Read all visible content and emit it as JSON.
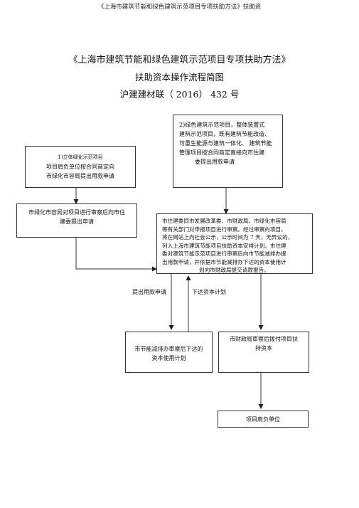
{
  "header": "《上海市建筑节能和绿色建筑示范项目专项扶助方法》扶助资",
  "title": "《上海市建筑节能和绿色建筑示范项目专项扶助方法》",
  "subtitle": "扶助资本操作流程简图",
  "doc_number": "沪建建材联（ 2016） 432 号",
  "box1": {
    "small": "1)立体绿化示范项目",
    "line1": "项目肩负单位按合同商定向",
    "line2": "市绿化市容局提出用款申请"
  },
  "box2": {
    "line1": "2)绿色建筑示范项目，整体装置式",
    "line2": "建筑示范项目，既有建筑节能改造、",
    "line3": "可重生能源与建筑一体化、    建筑节能",
    "line4": "管理项目按合同商定直接向市住建",
    "line5": "委提出用款申请"
  },
  "box3": {
    "line1": "市绿化市容局对项目进行审察后向市住",
    "line2": "建委提出申请"
  },
  "box4": {
    "line1": "市住建委同市发展改革委、市财政局、市绿化市容局",
    "line2": "等有关部门对申报项目进行审察。经过审察的项目，",
    "line3": "将在网站上向社会公示，公示时间为      7 天，无异议的，",
    "line4": "列入上海市建筑节能项目扶助资本安排计划。市住建",
    "line5": "委对建筑节能示范项目进行审察后向市节能减排办提",
    "line6": "出用款申请，并依据市节能减排办下达的资本使用计",
    "line7": "划向市财政局提交请款报告。"
  },
  "label_left": "提出用款申请",
  "label_right": "下达资本计划",
  "box5": {
    "line1": "市节能减排办审察后下达的",
    "line2": "资本使用计划"
  },
  "box6": {
    "line1": "市财政局审察后拨付项目扶",
    "line2": "持资本"
  },
  "box7": {
    "line1": "项目肩负单位"
  }
}
